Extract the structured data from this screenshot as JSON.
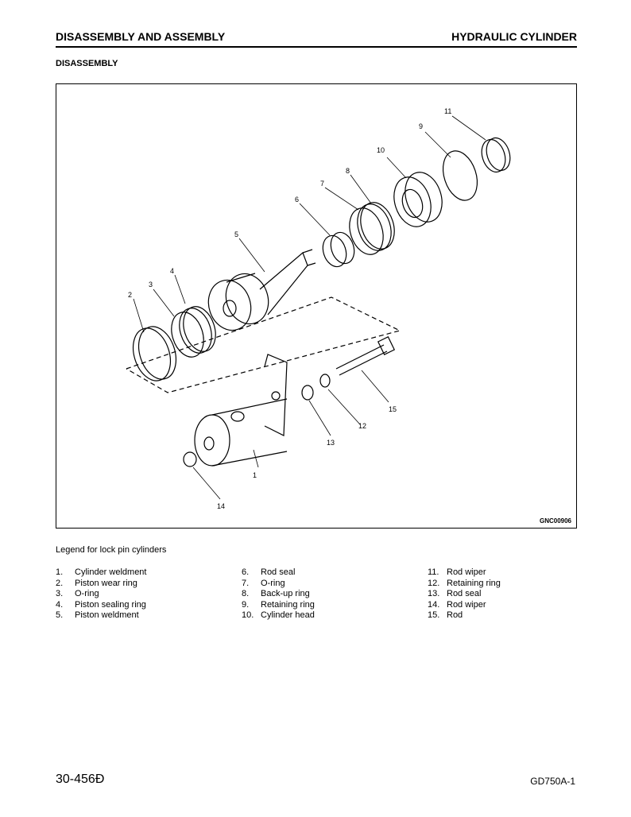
{
  "header": {
    "left_title": "DISASSEMBLY AND ASSEMBLY",
    "right_title": "HYDRAULIC CYLINDER"
  },
  "section_title": "DISASSEMBLY",
  "figure": {
    "code": "GNC00906",
    "callouts": [
      "1",
      "2",
      "3",
      "4",
      "5",
      "6",
      "7",
      "8",
      "9",
      "10",
      "11",
      "12",
      "13",
      "14",
      "15"
    ]
  },
  "legend": {
    "title": "Legend for lock pin cylinders",
    "items": [
      {
        "num": "1.",
        "label": "Cylinder weldment"
      },
      {
        "num": "2.",
        "label": "Piston wear ring"
      },
      {
        "num": "3.",
        "label": "O-ring"
      },
      {
        "num": "4.",
        "label": "Piston sealing ring"
      },
      {
        "num": "5.",
        "label": "Piston weldment"
      },
      {
        "num": "6.",
        "label": "Rod seal"
      },
      {
        "num": "7.",
        "label": "O-ring"
      },
      {
        "num": "8.",
        "label": "Back-up ring"
      },
      {
        "num": "9.",
        "label": "Retaining ring"
      },
      {
        "num": "10.",
        "label": "Cylinder head"
      },
      {
        "num": "11.",
        "label": "Rod wiper"
      },
      {
        "num": "12.",
        "label": "Retaining ring"
      },
      {
        "num": "13.",
        "label": "Rod seal"
      },
      {
        "num": "14.",
        "label": "Rod wiper"
      },
      {
        "num": "15.",
        "label": "Rod"
      }
    ]
  },
  "footer": {
    "page_number": "30-456Ð",
    "model": "GD750A-1"
  }
}
